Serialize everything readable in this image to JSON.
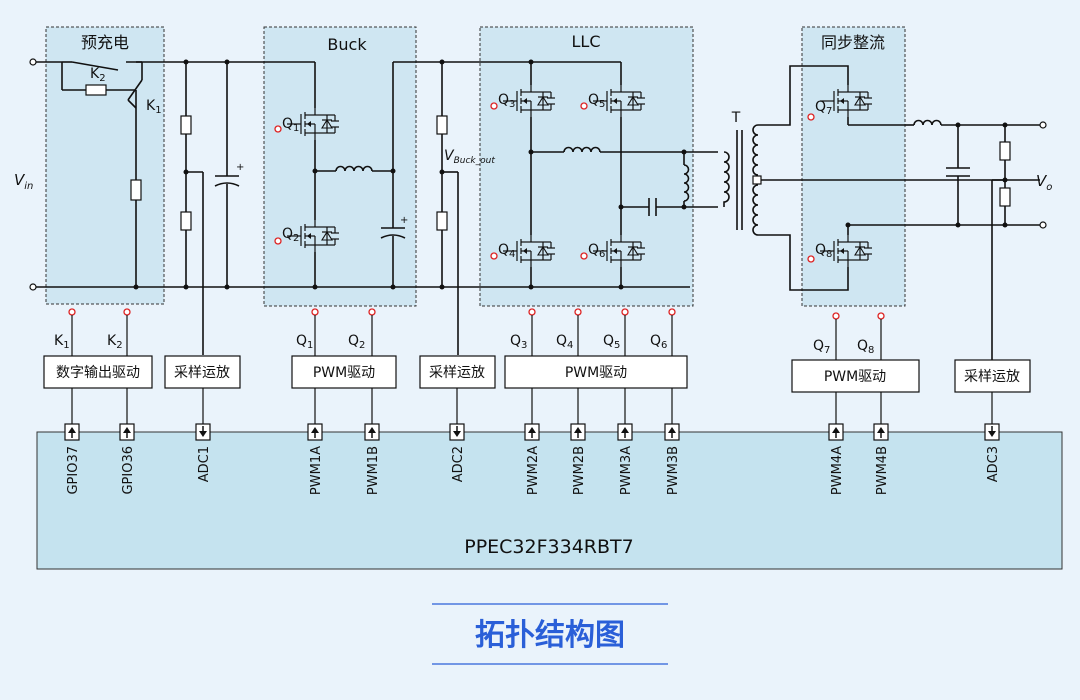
{
  "regions": {
    "precharge": "预充电",
    "buck": "Buck",
    "llc": "LLC",
    "sync_rect": "同步整流"
  },
  "labels": {
    "vin": "V",
    "vin_sub": "in",
    "vo": "V",
    "vo_sub": "o",
    "vbuck": "V",
    "vbuck_sub": "Buck_out",
    "transformer": "T",
    "k1": "K",
    "k1_sub": "1",
    "k2": "K",
    "k2_sub": "2"
  },
  "switches": {
    "q1": {
      "name": "Q",
      "sub": "1"
    },
    "q2": {
      "name": "Q",
      "sub": "2"
    },
    "q3": {
      "name": "Q",
      "sub": "3"
    },
    "q4": {
      "name": "Q",
      "sub": "4"
    },
    "q5": {
      "name": "Q",
      "sub": "5"
    },
    "q6": {
      "name": "Q",
      "sub": "6"
    },
    "q7": {
      "name": "Q",
      "sub": "7"
    },
    "q8": {
      "name": "Q",
      "sub": "8"
    }
  },
  "drivers": {
    "digital": "数字输出驱动",
    "sample1": "采样运放",
    "pwm1": "PWM驱动",
    "sample2": "采样运放",
    "pwm2": "PWM驱动",
    "pwm3": "PWM驱动",
    "sample3": "采样运放"
  },
  "mcu": {
    "name": "PPEC32F334RBT7",
    "pins": [
      "GPIO37",
      "GPIO36",
      "ADC1",
      "PWM1A",
      "PWM1B",
      "ADC2",
      "PWM2A",
      "PWM2B",
      "PWM3A",
      "PWM3B",
      "PWM4A",
      "PWM4B",
      "ADC3"
    ]
  },
  "caption": "拓扑结构图",
  "colors": {
    "background": "#eaf3fb",
    "region_fill": "#cfe6f2",
    "mcu_fill": "#c5e3ef",
    "caption": "#2a5fd8",
    "pin_marker": "#dd2222"
  }
}
